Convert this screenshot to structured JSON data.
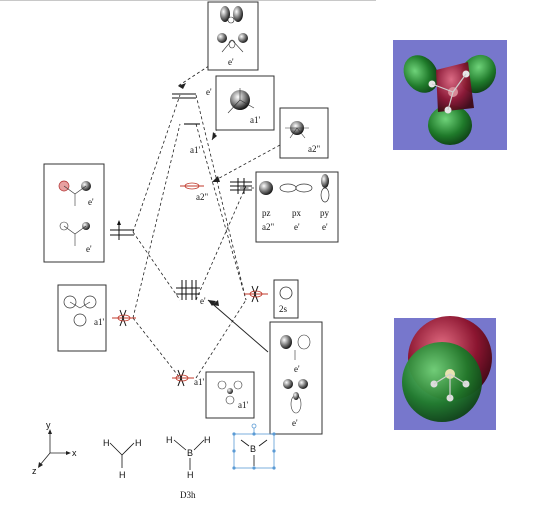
{
  "top_rule_color": "#c8c8c8",
  "mo_labels": {
    "e_prime_top": "e'",
    "e_prime_upper": "e'",
    "a1_prime_upper": "a1'",
    "a2_dprime_mid": "a2\"",
    "e_prime_bonding": "e'",
    "a1_prime_bonding": "a1'"
  },
  "boxes": {
    "top_e": "e'",
    "a1_top": "a1'",
    "a2_top": "a2\"",
    "p_orbitals": {
      "pz": "pz",
      "px": "px",
      "py": "py",
      "sym_a2": "a2\"",
      "sym_e1": "e'",
      "sym_e2": "e'"
    },
    "left_e_upper": "e'",
    "left_e_lower": "e'",
    "left_a1": "a1'",
    "s_orbital": "2s",
    "right_e_upper": "e'",
    "right_e_lower": "e'",
    "bottom_a1": "a1'"
  },
  "axes": {
    "x": "x",
    "y": "y",
    "z": "z"
  },
  "bh3": {
    "h1": "H",
    "h2": "H",
    "h3": "H",
    "b": "B",
    "point_group": "D3h"
  },
  "colors": {
    "orbital_green": "#1f7a2a",
    "orbital_red": "#8b1530",
    "background_panel": "#7777cc",
    "selection_blue": "#5b9bd5"
  }
}
